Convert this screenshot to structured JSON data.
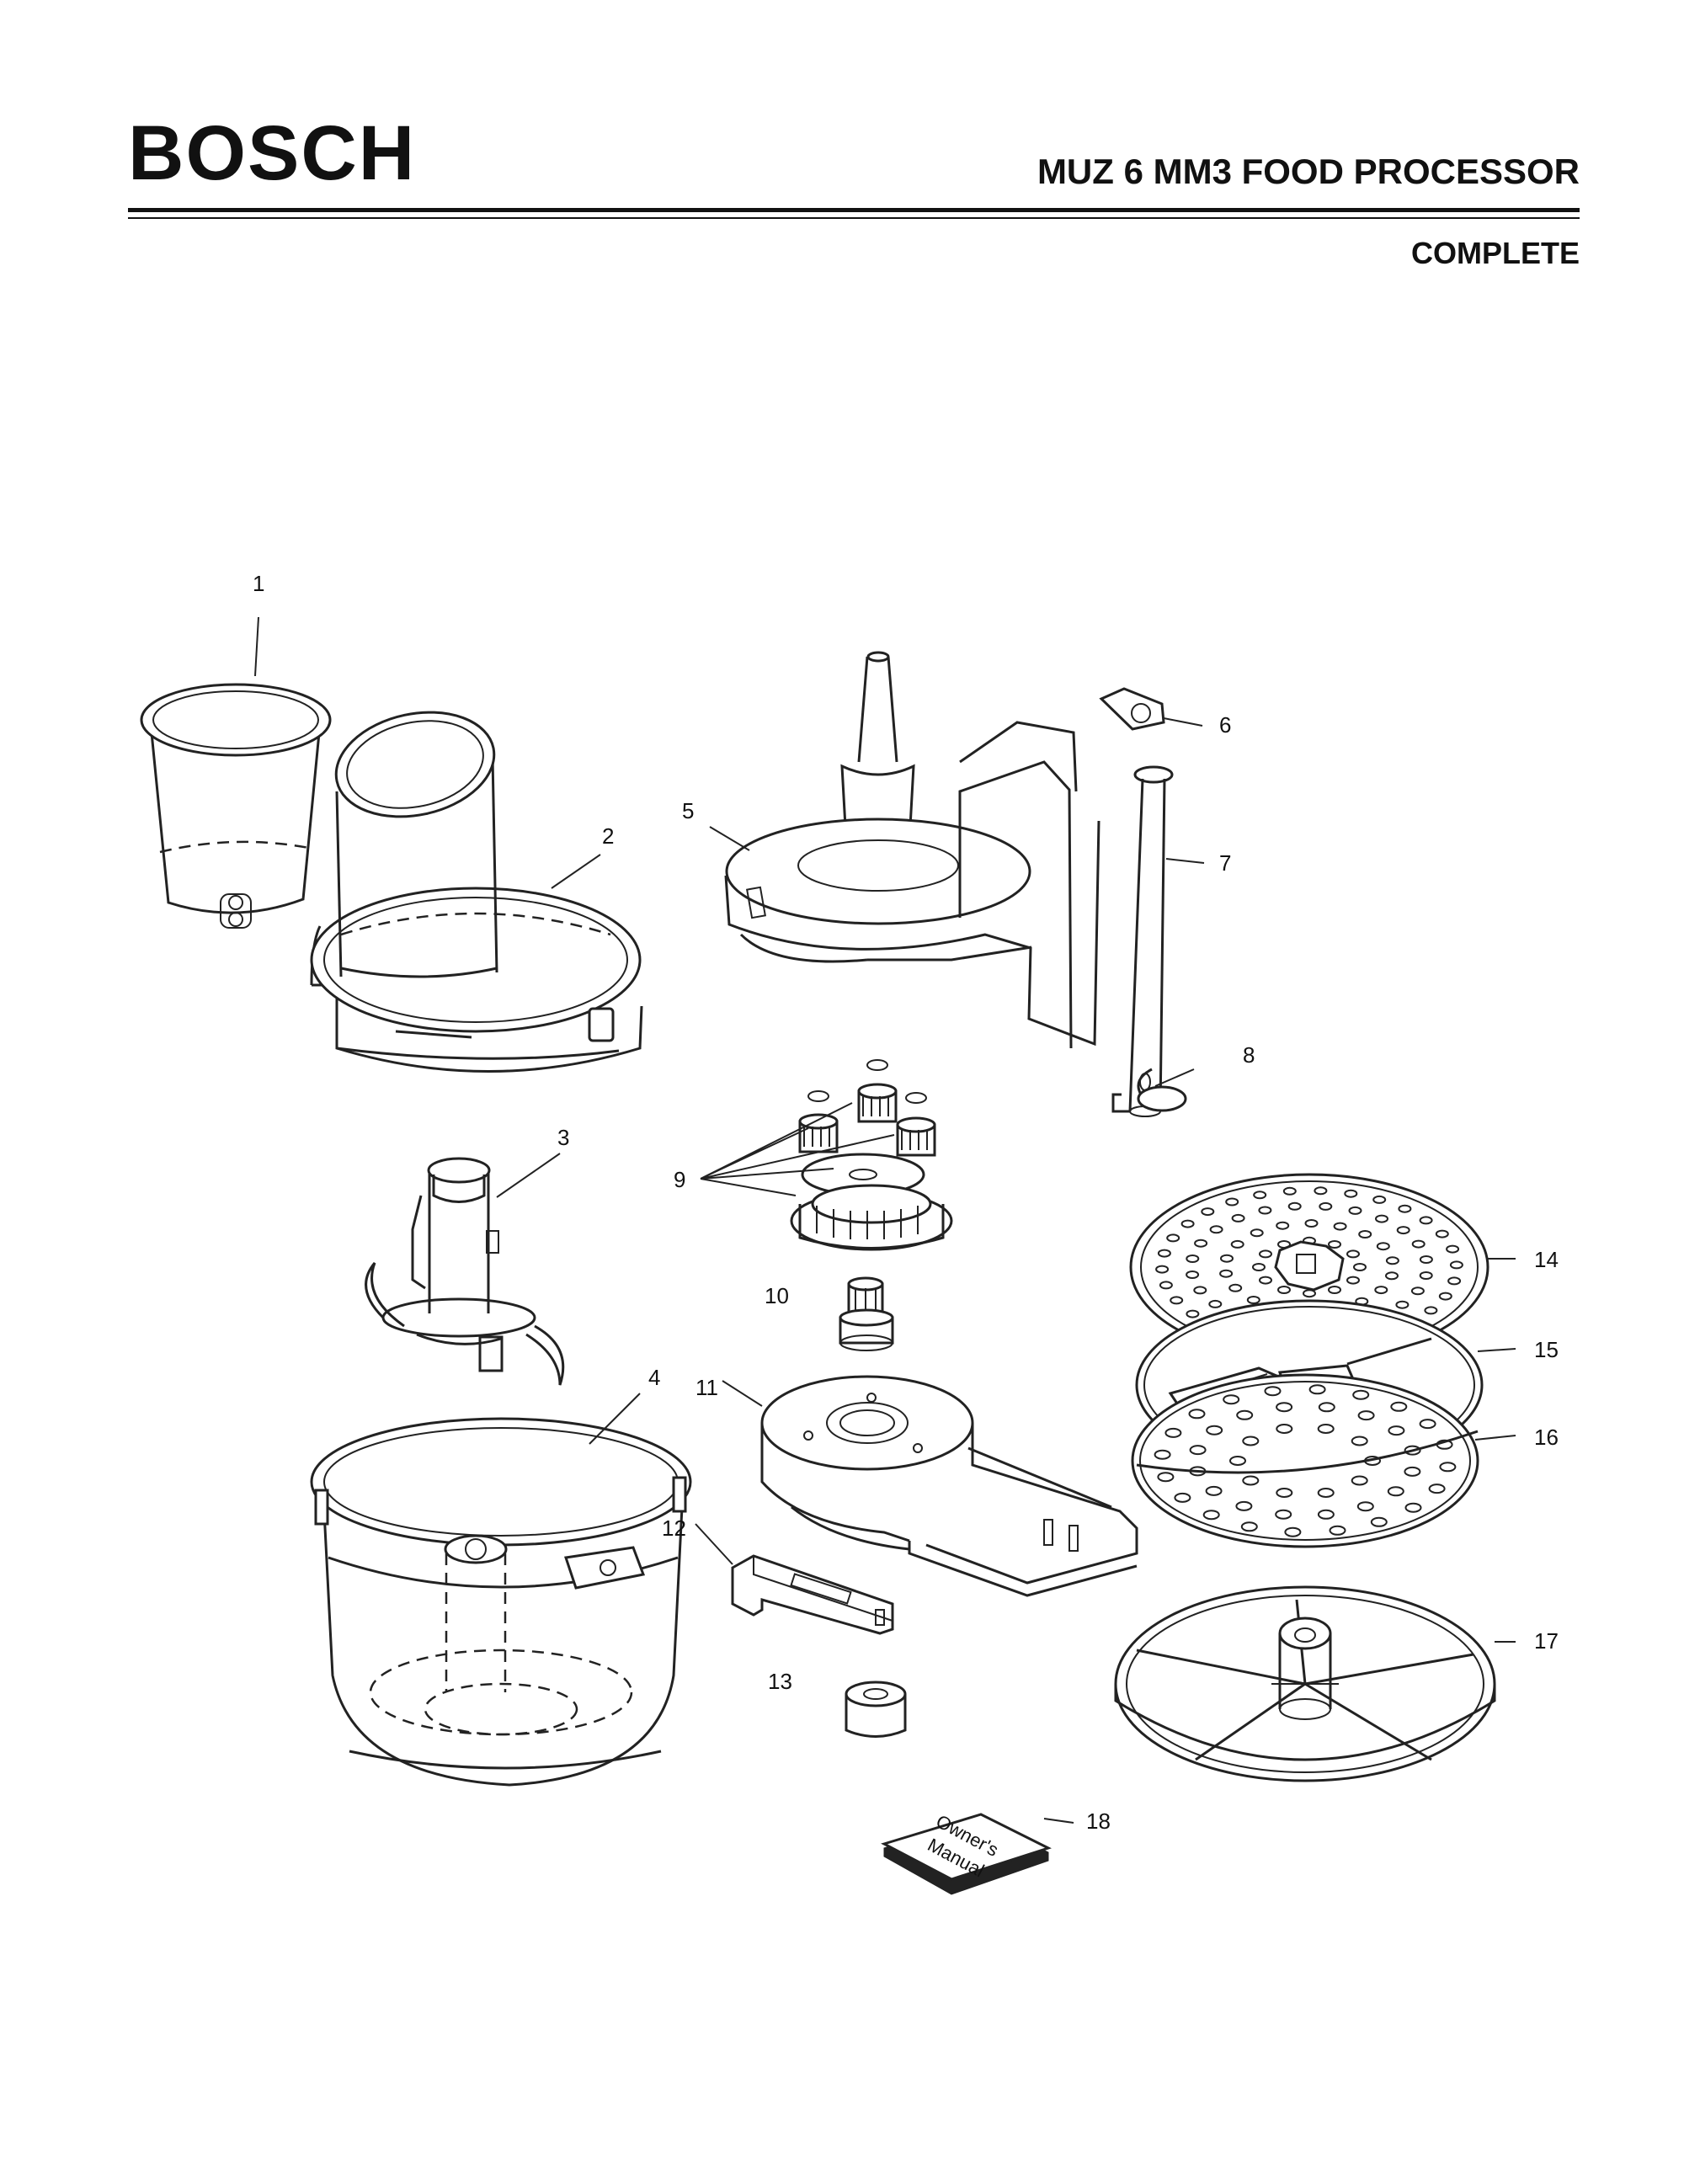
{
  "header": {
    "brand": "BOSCH",
    "model_title": "MUZ 6 MM3 FOOD PROCESSOR",
    "subtitle": "COMPLETE"
  },
  "callouts": [
    "1",
    "2",
    "3",
    "4",
    "5",
    "6",
    "7",
    "8",
    "9",
    "10",
    "11",
    "12",
    "13",
    "14",
    "15",
    "16",
    "17",
    "18"
  ],
  "manual_cover_text": [
    "Owner's",
    "Manual"
  ]
}
